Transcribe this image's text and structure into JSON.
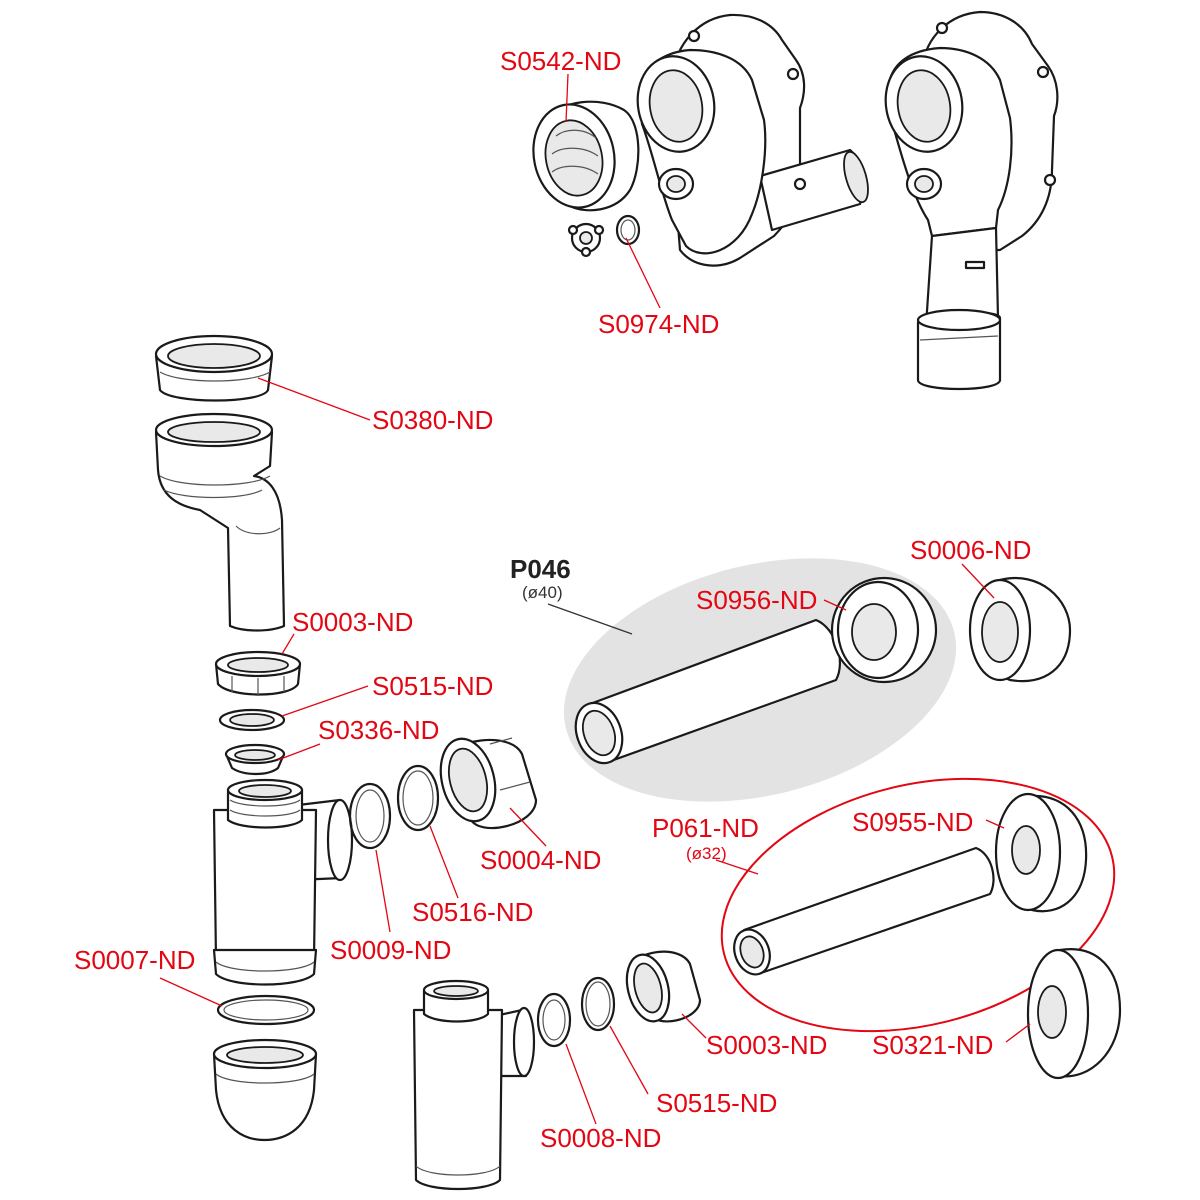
{
  "labels": {
    "s0542": "S0542-ND",
    "s0974": "S0974-ND",
    "s0380": "S0380-ND",
    "s0003_top": "S0003-ND",
    "s0515_top": "S0515-ND",
    "s0336": "S0336-ND",
    "s0004": "S0004-ND",
    "s0516": "S0516-ND",
    "s0009": "S0009-ND",
    "s0007": "S0007-ND",
    "p046": "P046",
    "p046_diameter": "(ø40)",
    "s0956": "S0956-ND",
    "s0006": "S0006-ND",
    "p061": "P061-ND",
    "p061_diameter": "(ø32)",
    "s0955": "S0955-ND",
    "s0003_bottom": "S0003-ND",
    "s0515_bottom": "S0515-ND",
    "s0008": "S0008-ND",
    "s0321": "S0321-ND"
  },
  "colors": {
    "label_red": "#e30613",
    "label_dark": "#222222",
    "highlight_gray": "#e3e3e3",
    "outline": "#1a1a1a"
  }
}
